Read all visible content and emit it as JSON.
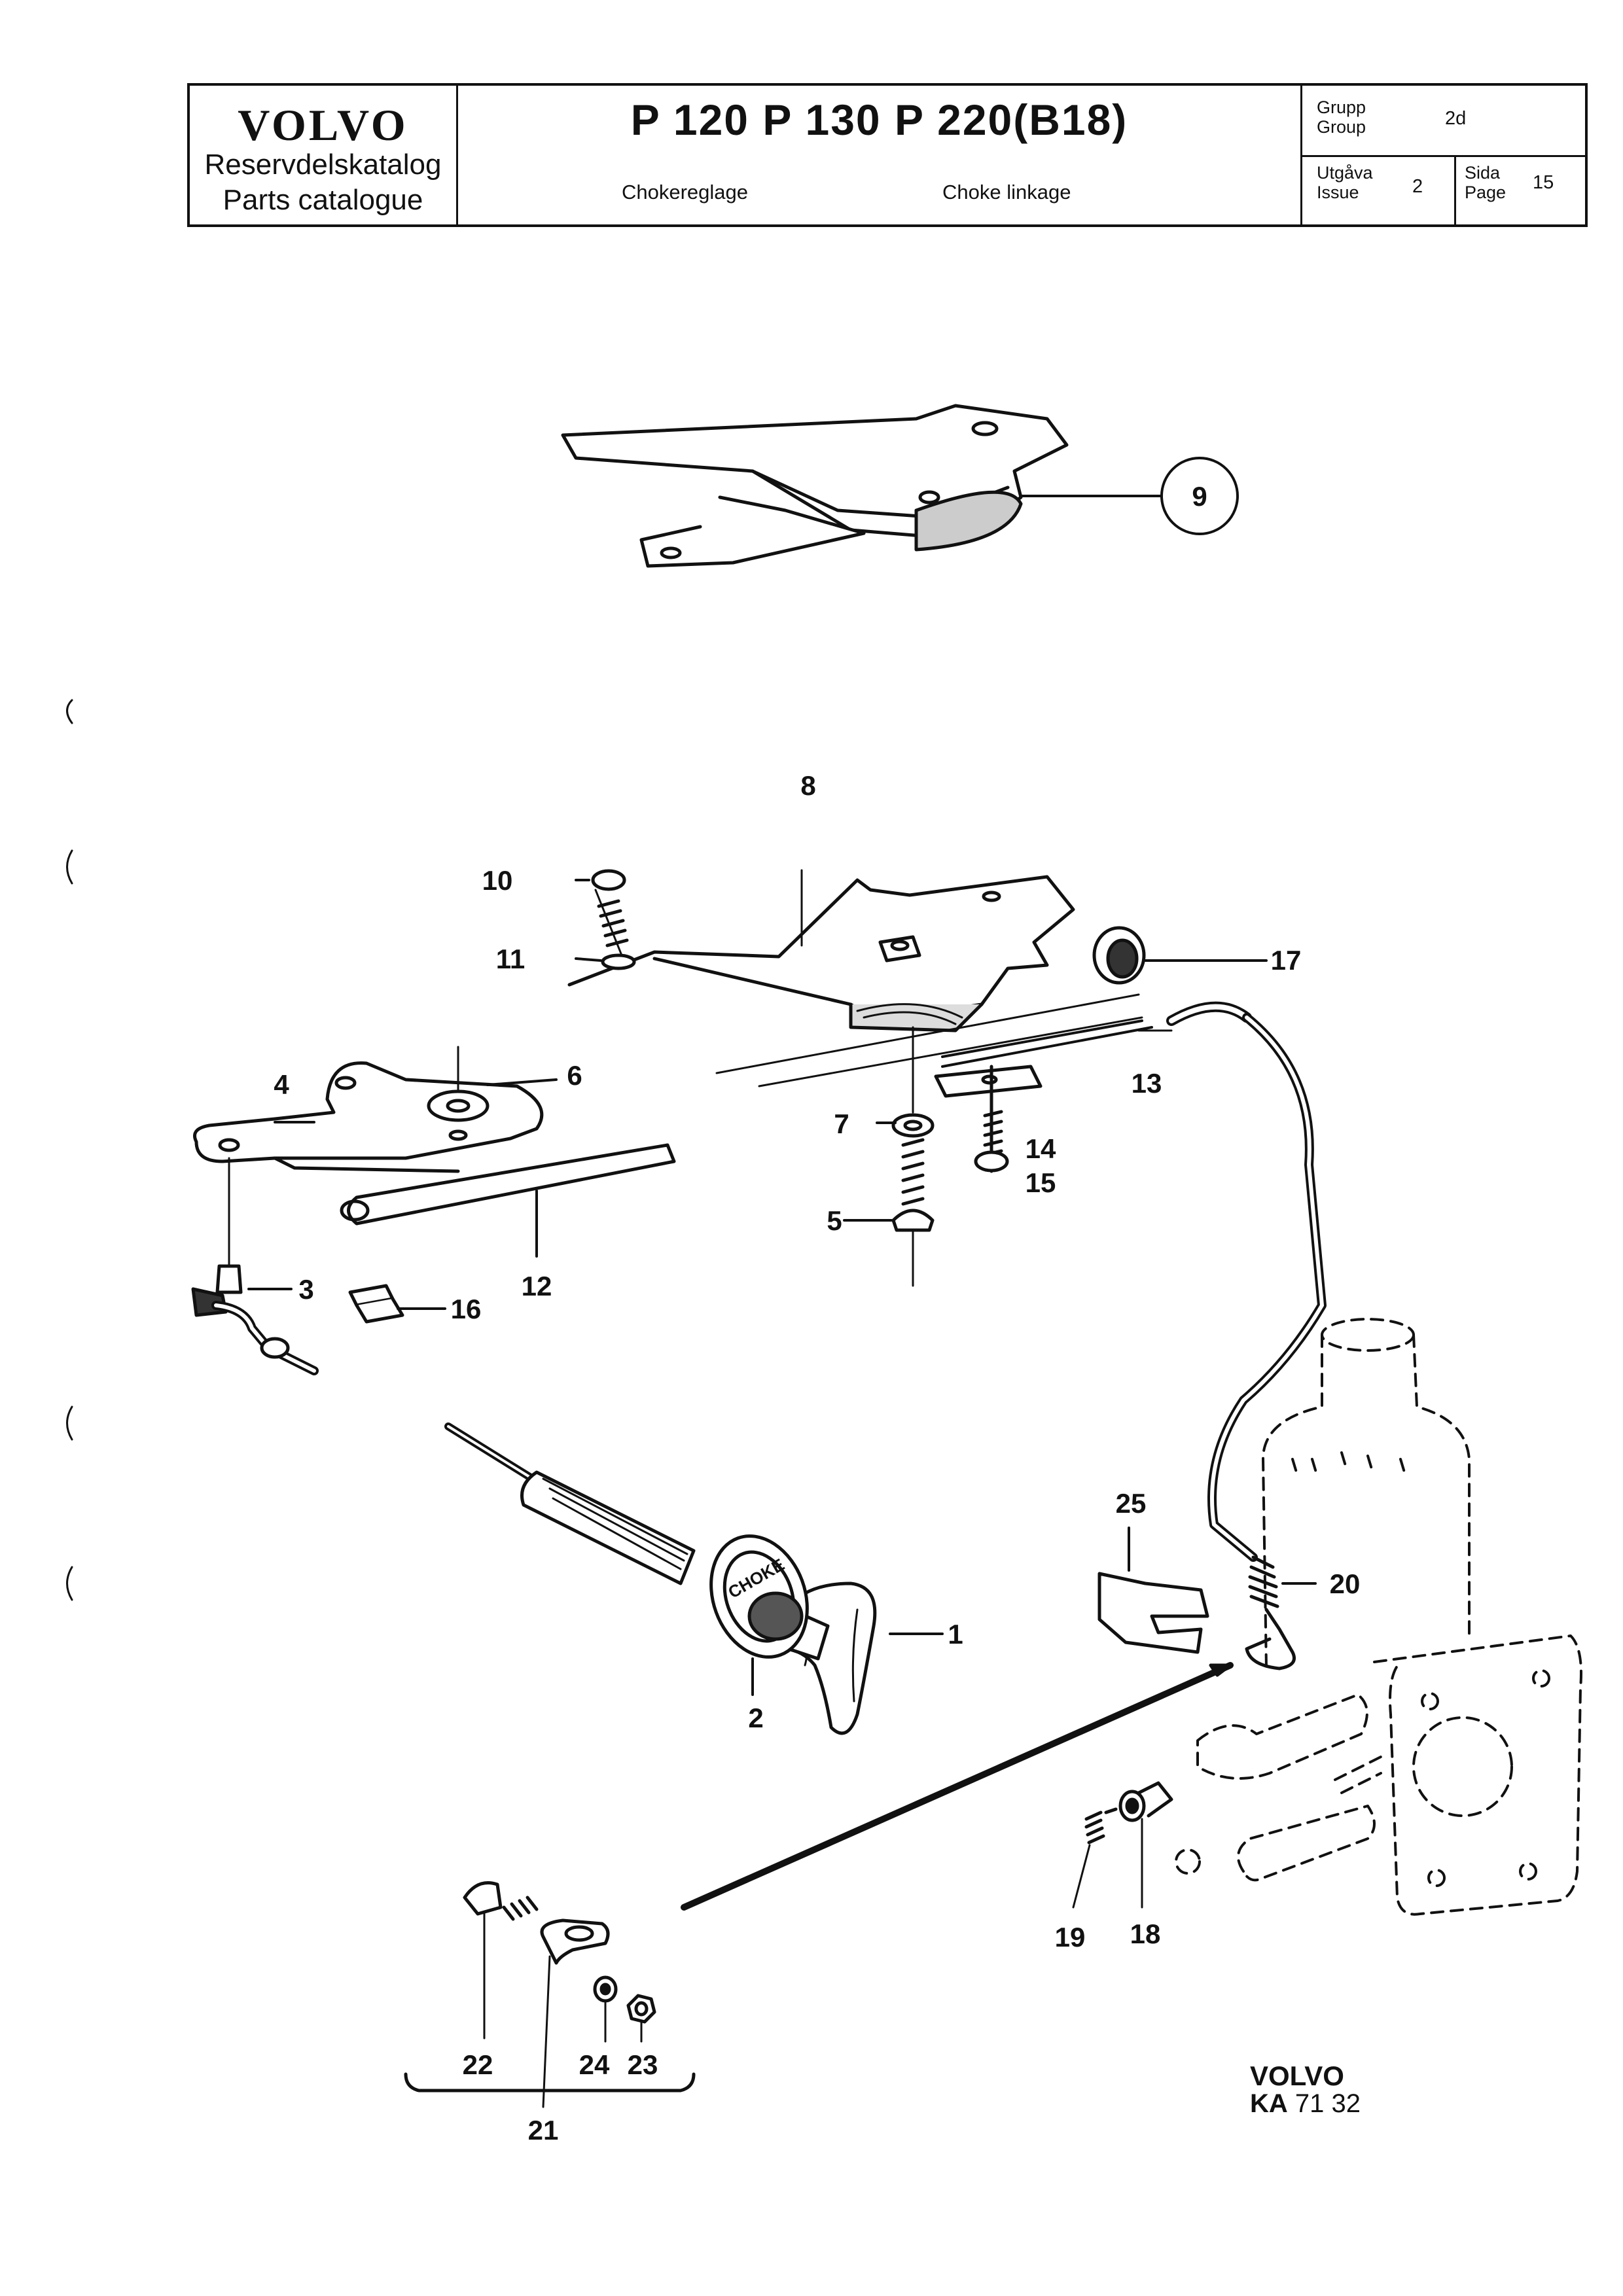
{
  "header": {
    "brand": "VOLVO",
    "catalog_sv": "Reservdelskatalog",
    "catalog_en": "Parts catalogue",
    "models": "P 120  P 130  P 220(B18)",
    "title_sv": "Chokereglage",
    "title_en": "Choke linkage",
    "group_label_sv": "Grupp",
    "group_label_en": "Group",
    "group_value": "2d",
    "issue_label_sv": "Utgåva",
    "issue_label_en": "Issue",
    "issue_value": "2",
    "page_label_sv": "Sida",
    "page_label_en": "Page",
    "page_value": "15"
  },
  "diagram": {
    "knob_text": "CHOKE",
    "callouts": [
      "1",
      "2",
      "3",
      "4",
      "5",
      "6",
      "7",
      "8",
      "9",
      "10",
      "11",
      "12",
      "13",
      "14",
      "15",
      "16",
      "17",
      "18",
      "19",
      "20",
      "21",
      "22",
      "23",
      "24",
      "25"
    ]
  },
  "footer": {
    "brand": "VOLVO",
    "code_prefix": "KA",
    "code_number": "71 32"
  }
}
